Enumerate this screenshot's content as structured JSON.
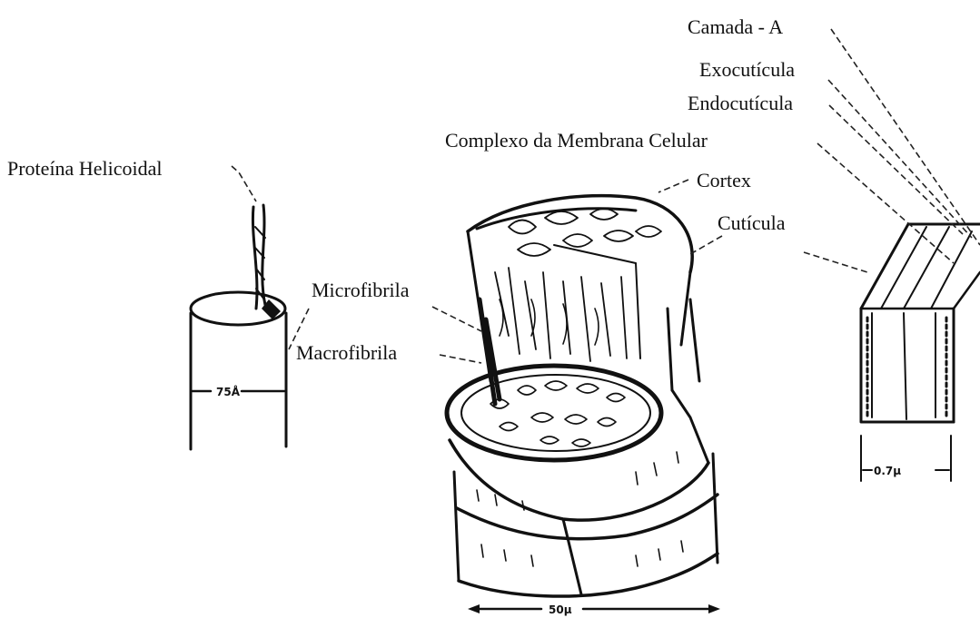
{
  "labels": {
    "camada_a": "Camada - A",
    "exocuticula": "Exocutícula",
    "endocuticula": "Endocutícula",
    "complexo": "Complexo da Membrana Celular",
    "cortex": "Cortex",
    "cuticula": "Cutícula",
    "proteina": "Proteína Helicoidal",
    "microfibrila": "Microfibrila",
    "macrofibrila": "Macrofibrila"
  },
  "dimensions": {
    "fibril_width": "75Å",
    "hair_width": "50µ",
    "cuticle_width": "0.7µ"
  }
}
